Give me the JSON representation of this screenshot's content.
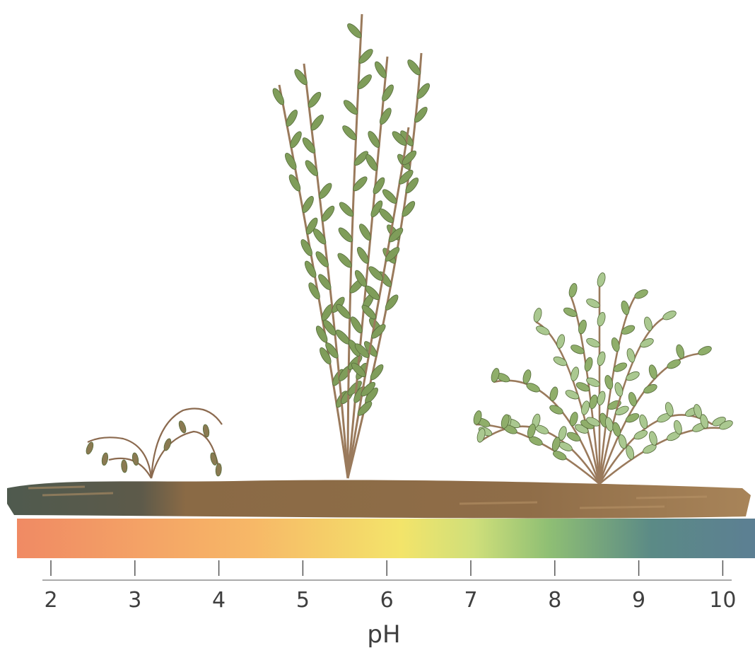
{
  "axis": {
    "title": "pH",
    "ticks": [
      "2",
      "3",
      "4",
      "5",
      "6",
      "7",
      "8",
      "9",
      "10"
    ]
  },
  "scale_colors": [
    "#f08a64",
    "#f7b867",
    "#f3e46a",
    "#cfdf7a",
    "#8fbf74",
    "#5b8a86",
    "#5c7f93"
  ],
  "soil_colors": {
    "acid": "#4f5a4e",
    "neutral": "#8a6a45",
    "alkaline": "#a88459"
  },
  "leaf_color": "#7f9d5a",
  "stem_color": "#9a7a5c"
}
